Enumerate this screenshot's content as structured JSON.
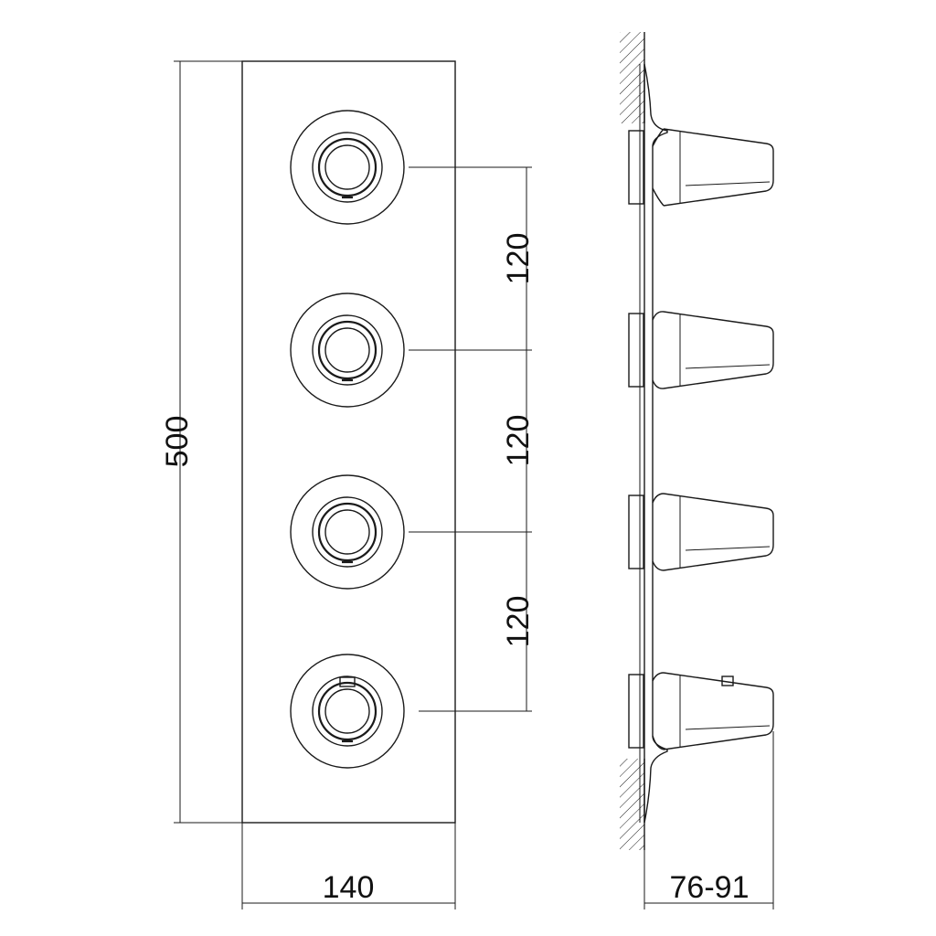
{
  "dimensions": {
    "height_total": "500",
    "width_front": "140",
    "spacing_1": "120",
    "spacing_2": "120",
    "spacing_3": "120",
    "depth_side": "76-91"
  }
}
